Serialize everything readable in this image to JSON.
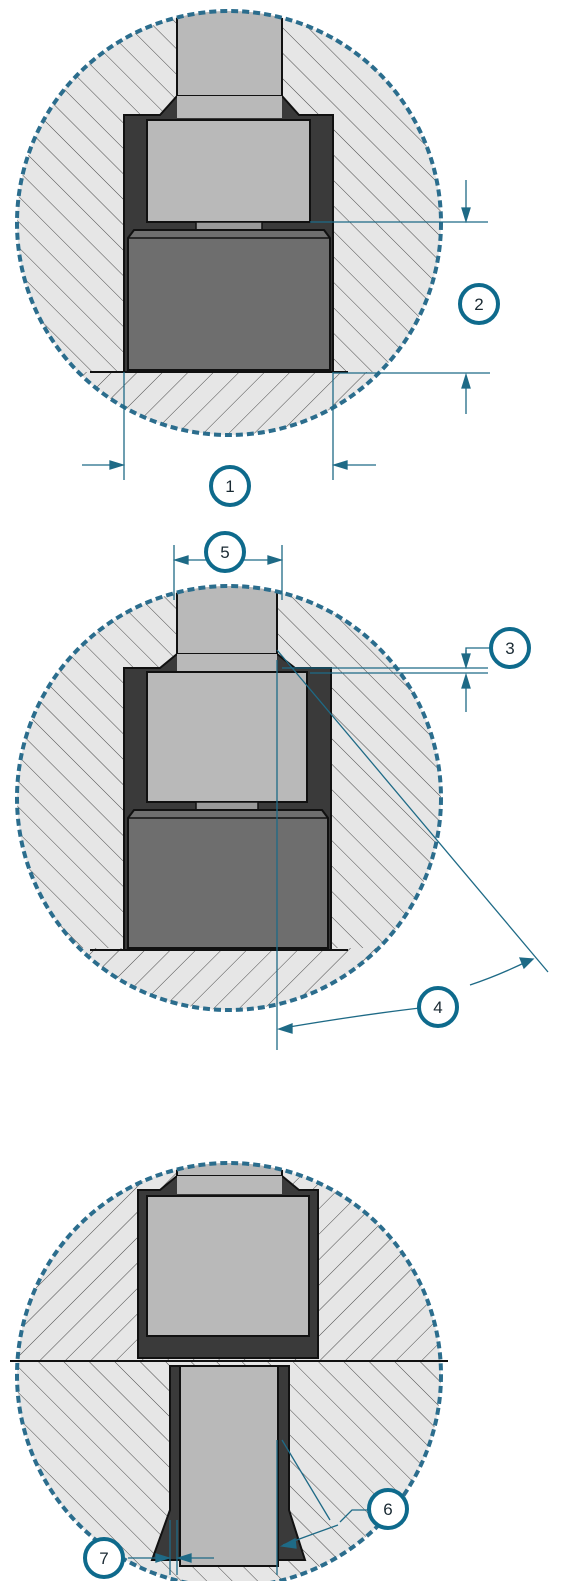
{
  "colors": {
    "callout_stroke": "#0e6a8c",
    "dashed_outline": "#2b6d8d",
    "dim_line": "#1e6a86",
    "hatch_fill": "#e6e6e6",
    "hatch_line": "#4a4a4a",
    "dark_fill": "#3a3a3a",
    "block_fill": "#6e6e6e",
    "light_fill": "#b9b9b9",
    "outline": "#111111"
  },
  "callouts": {
    "c1": "1",
    "c2": "2",
    "c3": "3",
    "c4": "4",
    "c5": "5",
    "c6": "6",
    "c7": "7"
  }
}
